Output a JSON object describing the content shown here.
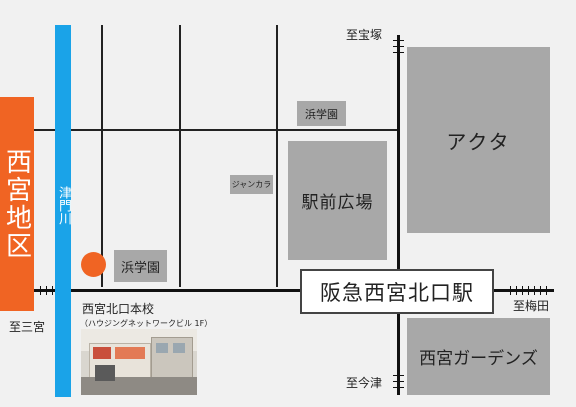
{
  "district": {
    "label": "西宮地区",
    "color": "#f06423"
  },
  "river": {
    "label": "津門川",
    "color": "#1aa3e8"
  },
  "station": {
    "name": "阪急西宮北口駅"
  },
  "buildings": {
    "acta": "アクタ",
    "ekimae_hiroba": "駅前広場",
    "gardens": "西宮ガーデンズ",
    "hamagakuen_top": "浜学園",
    "hamagakuen_near": "浜学園",
    "jankara": "ジャンカラ"
  },
  "school": {
    "name": "西宮北口本校",
    "building": "（ハウジングネットワークビル 1F）",
    "marker_color": "#f06423"
  },
  "directions": {
    "north": "至宝塚",
    "east": "至梅田",
    "west": "至三宮",
    "south": "至今津"
  },
  "colors": {
    "building_gray": "#a8a8a8",
    "background": "#f1f1f1"
  }
}
